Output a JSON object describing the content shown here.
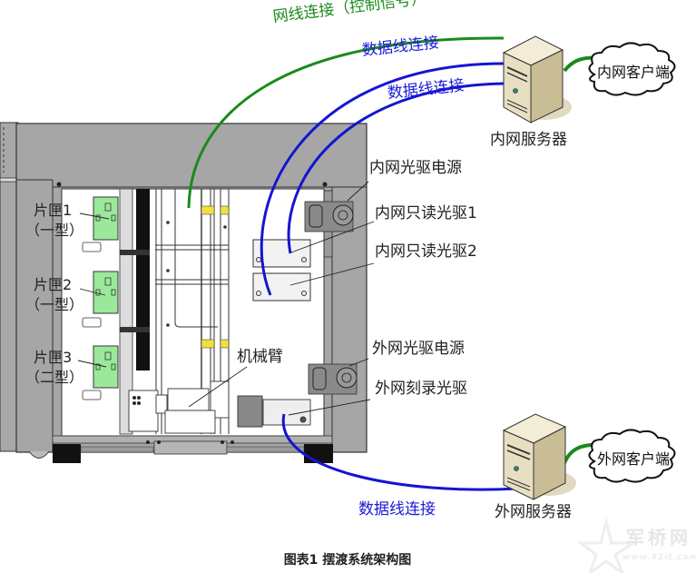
{
  "connections": {
    "network_control": "网线连接（控制信号）",
    "data_link_1": "数据线连接",
    "data_link_2": "数据线连接",
    "data_link_outer": "数据线连接"
  },
  "servers": {
    "inner_server": "内网服务器",
    "outer_server": "外网服务器"
  },
  "clients": {
    "inner_client": "内网客户端",
    "outer_client": "外网客户端"
  },
  "components": {
    "inner_drive_power": "内网光驱电源",
    "inner_readonly_drive_1": "内网只读光驱1",
    "inner_readonly_drive_2": "内网只读光驱2",
    "outer_drive_power": "外网光驱电源",
    "outer_burner_drive": "外网刻录光驱",
    "robot_arm": "机械臂"
  },
  "magazines": [
    {
      "name": "片匣1",
      "type": "（一型）"
    },
    {
      "name": "片匣2",
      "type": "（一型）"
    },
    {
      "name": "片匣3",
      "type": "（二型）"
    }
  ],
  "caption": "图表1 摆渡系统架构图",
  "watermark": {
    "brand": "军桥网",
    "url": "www.81it.com"
  },
  "colors": {
    "network_line": "#1a8a1a",
    "data_line": "#1515d0",
    "cabinet_frame": "#a6a6a6",
    "magazine_board": "#9be89b",
    "label_tape": "#f0e040"
  }
}
